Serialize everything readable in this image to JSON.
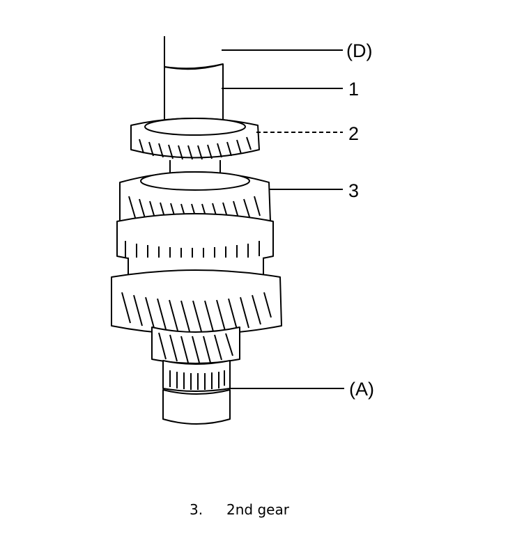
{
  "callouts": {
    "d": "(D)",
    "one": "1",
    "two": "2",
    "three": "3",
    "a": "(A)"
  },
  "caption": {
    "number": "3.",
    "text": "2nd gear"
  },
  "colors": {
    "ink": "#000000",
    "paper": "#ffffff"
  }
}
